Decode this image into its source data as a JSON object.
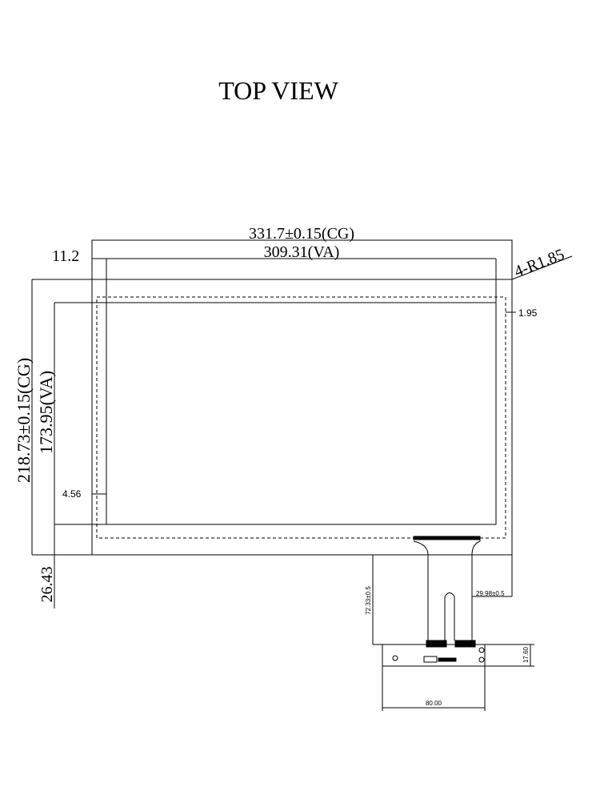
{
  "title": "TOP VIEW",
  "dimensions": {
    "cg_width": "331.7±0.15(CG)",
    "va_width": "309.31(VA)",
    "offset_top": "11.2",
    "corner_radius": "4-R1.85",
    "right_margin": "1.95",
    "cg_height": "218.73±0.15(CG)",
    "va_height": "173.95(VA)",
    "left_margin": "4.56",
    "bottom_offset": "26.43",
    "fpc_length": "72.33±0.5",
    "fpc_offset": "29.98±0.5",
    "board_height": "17.60",
    "board_width": "80.00"
  }
}
